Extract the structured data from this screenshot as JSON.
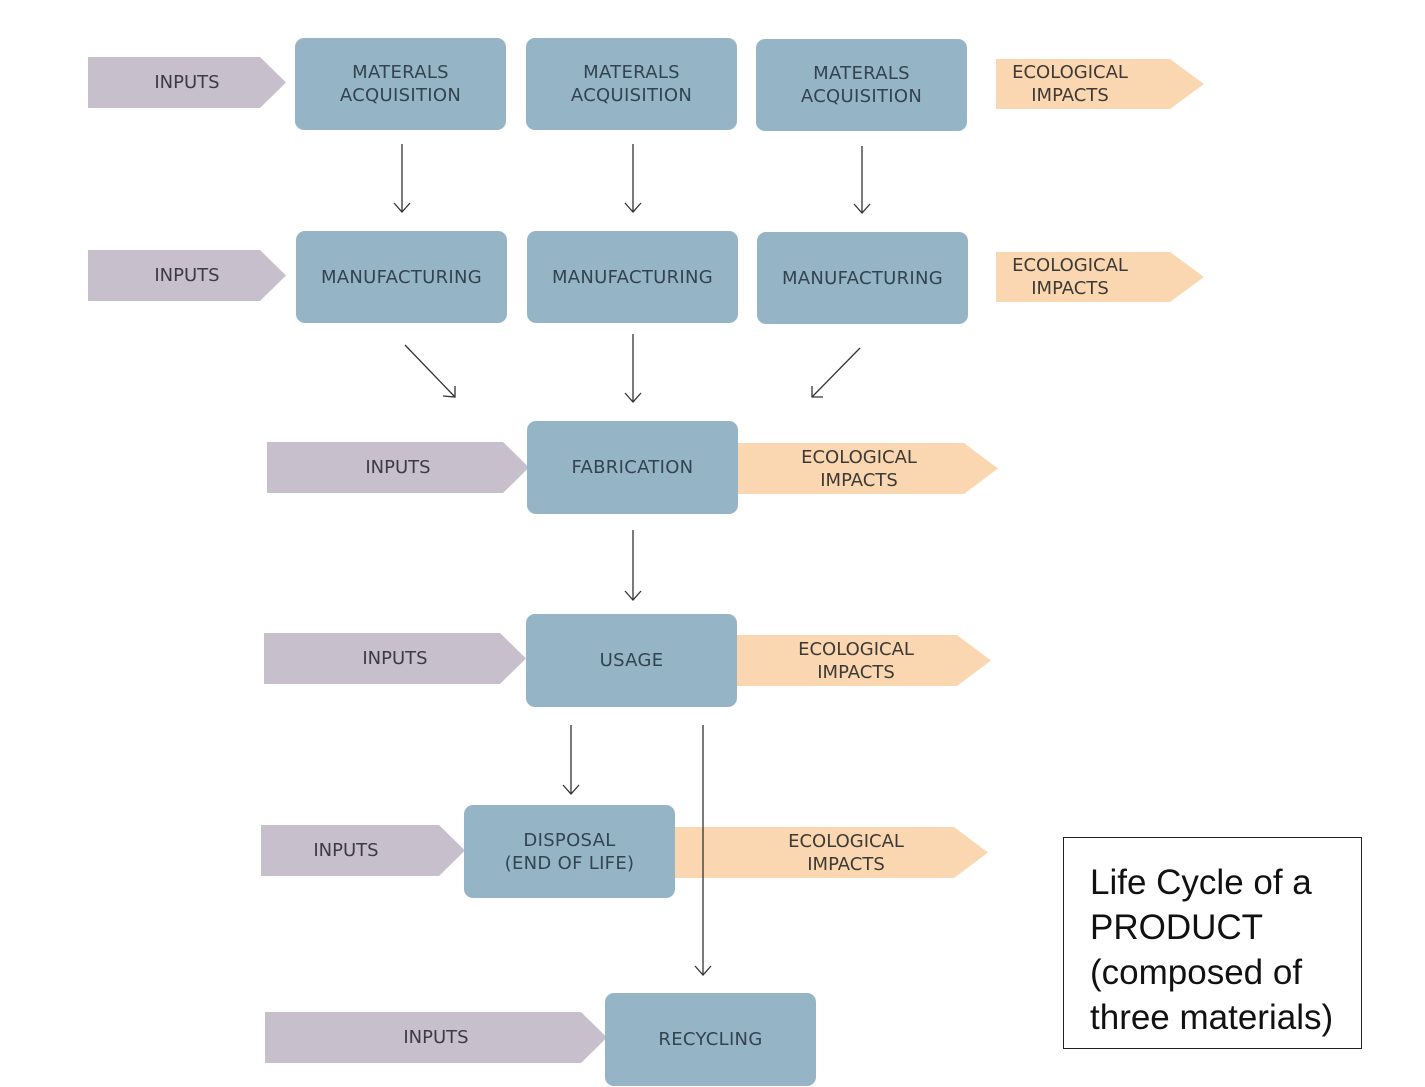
{
  "labels": {
    "inputs": "INPUTS",
    "materials_acquisition": "MATERALS\nACQUISITION",
    "manufacturing": "MANUFACTURING",
    "fabrication": "FABRICATION",
    "usage": "USAGE",
    "disposal": "DISPOSAL\n(END OF LIFE)",
    "recycling": "RECYCLING",
    "ecological_impacts": "ECOLOGICAL\nIMPACTS"
  },
  "caption": "Life Cycle of a\nPRODUCT\n(composed of\nthree materials)",
  "colors": {
    "stage": "#95b5c6",
    "inputs": "#c8bfcc",
    "impacts": "#fbd7b1",
    "arrow": "#333333"
  }
}
